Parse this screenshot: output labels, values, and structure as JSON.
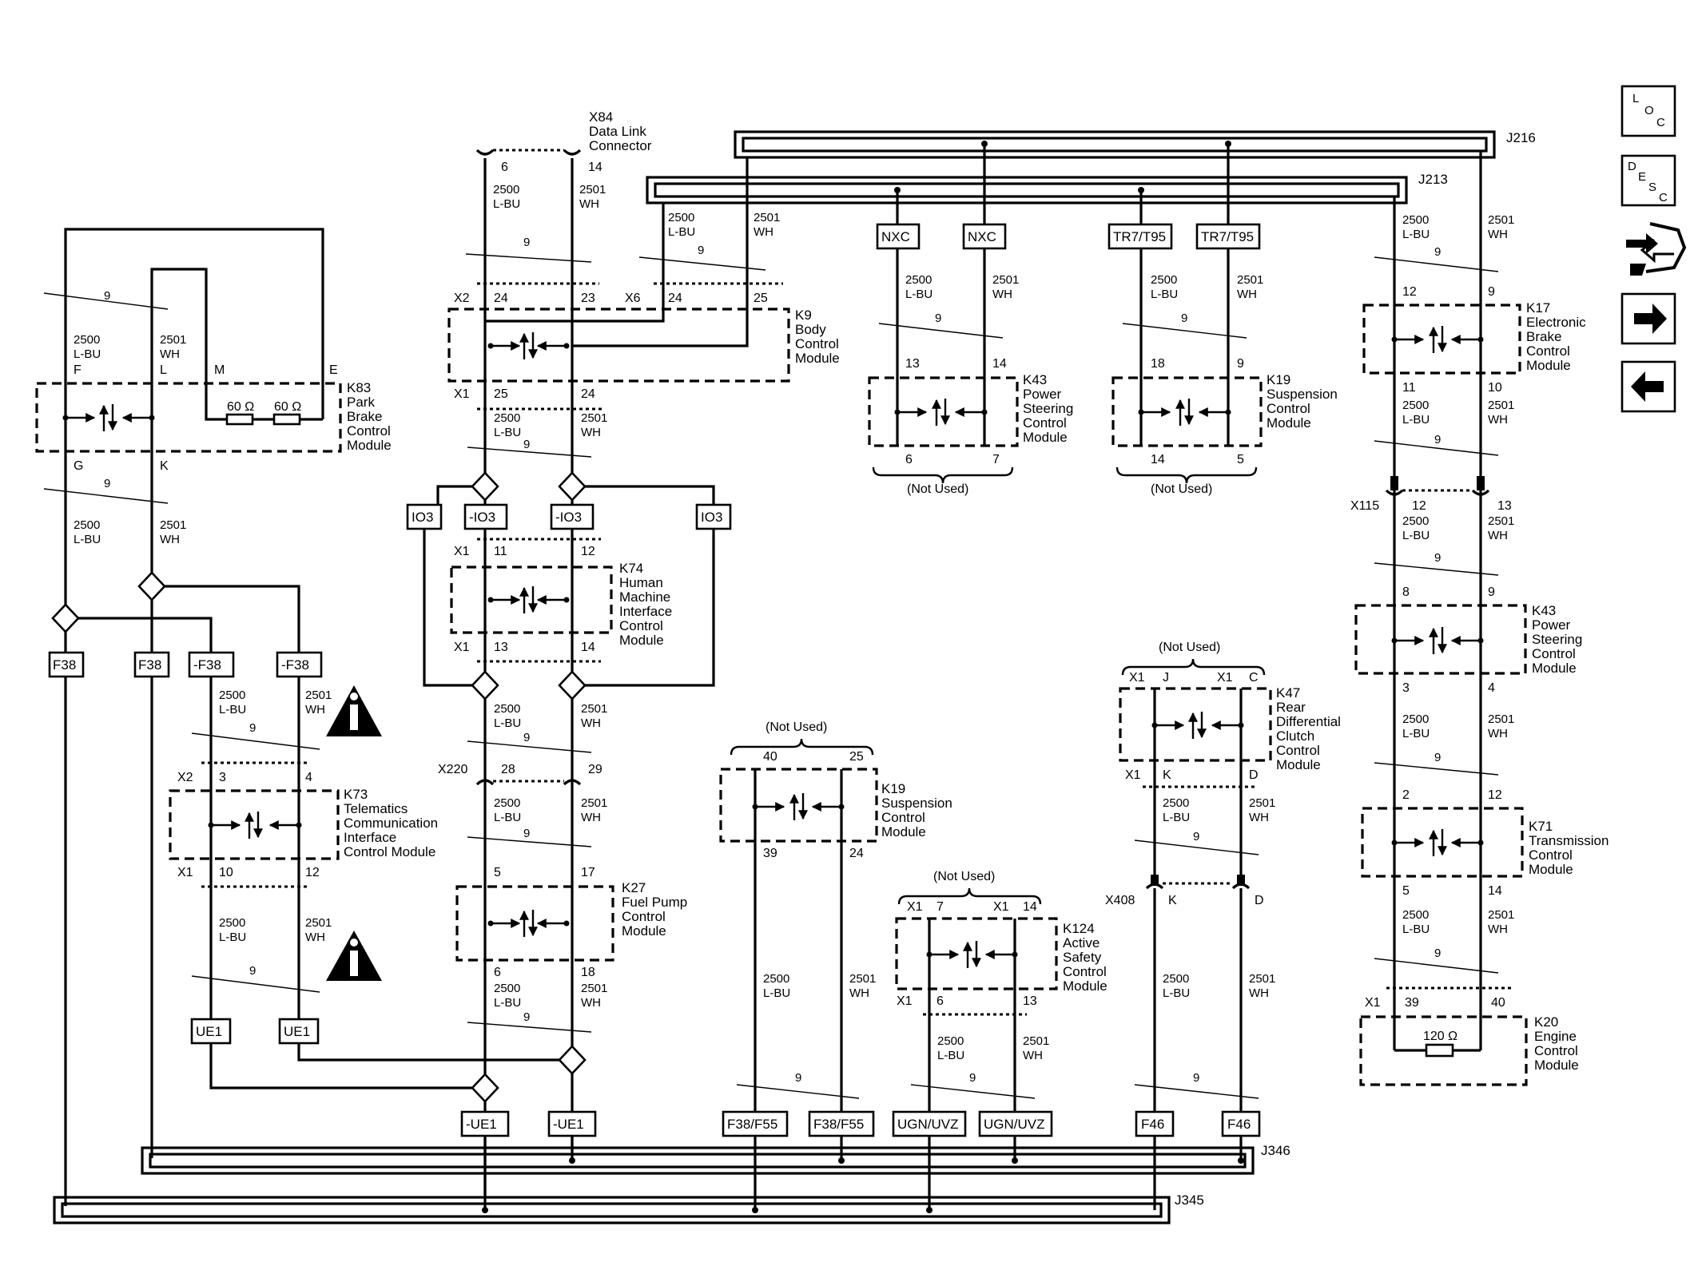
{
  "title": "",
  "bus_wires": {
    "low": {
      "circuit": "2500",
      "color": "L-BU"
    },
    "high": {
      "circuit": "2501",
      "color": "WH"
    },
    "gauge": "9"
  },
  "connectors": {
    "x84": {
      "id": "X84",
      "name_l1": "Data Link",
      "name_l2": "Connector",
      "pin_low": "6",
      "pin_high": "14"
    },
    "x115": {
      "id": "X115",
      "pin_low": "12",
      "pin_high": "13"
    },
    "x220": {
      "id": "X220",
      "pin_low": "28",
      "pin_high": "29"
    },
    "x408": {
      "id": "X408",
      "pin_low": "K",
      "pin_high": "D"
    }
  },
  "splices": {
    "j216": "J216",
    "j213": "J213",
    "j346": "J346",
    "j345": "J345"
  },
  "labels": {
    "not_used": "(Not Used)",
    "resistor_60": "60 Ω",
    "resistor_120": "120 Ω"
  },
  "modules": {
    "k83": {
      "id": "K83",
      "l1": "Park",
      "l2": "Brake",
      "l3": "Control",
      "l4": "Module",
      "pin_f": "F",
      "pin_l": "L",
      "pin_m": "M",
      "pin_e": "E",
      "pin_g": "G",
      "pin_k": "K"
    },
    "k9": {
      "id": "K9",
      "l1": "Body",
      "l2": "Control",
      "l3": "Module",
      "x2": "X2",
      "x6": "X6",
      "x1": "X1",
      "p24": "24",
      "p23": "23",
      "p24b": "24",
      "p25": "25",
      "p25b": "25",
      "p24c": "24"
    },
    "k74": {
      "id": "K74",
      "l1": "Human",
      "l2": "Machine",
      "l3": "Interface",
      "l4": "Control",
      "l5": "Module",
      "x1": "X1",
      "p11": "11",
      "p12": "12",
      "p13": "13",
      "p14": "14"
    },
    "k73": {
      "id": "K73",
      "l1": "Telematics",
      "l2": "Communication",
      "l3": "Interface",
      "l4": "Control Module",
      "x2": "X2",
      "x1": "X1",
      "p3": "3",
      "p4": "4",
      "p10": "10",
      "p12": "12"
    },
    "k27": {
      "id": "K27",
      "l1": "Fuel Pump",
      "l2": "Control",
      "l3": "Module",
      "p5": "5",
      "p17": "17",
      "p6": "6",
      "p18": "18"
    },
    "k43a": {
      "id": "K43",
      "l1": "Power",
      "l2": "Steering",
      "l3": "Control",
      "l4": "Module",
      "p13": "13",
      "p14": "14",
      "p6": "6",
      "p7": "7"
    },
    "k19a": {
      "id": "K19",
      "l1": "Suspension",
      "l2": "Control",
      "l3": "Module",
      "p18": "18",
      "p9": "9",
      "p14": "14",
      "p5": "5"
    },
    "k19b": {
      "id": "K19",
      "l1": "Suspension",
      "l2": "Control",
      "l3": "Module",
      "p40": "40",
      "p25": "25",
      "p39": "39",
      "p24": "24"
    },
    "k124": {
      "id": "K124",
      "l1": "Active",
      "l2": "Safety",
      "l3": "Control",
      "l4": "Module",
      "x1": "X1",
      "p7": "7",
      "p14": "14",
      "p6": "6",
      "p13": "13"
    },
    "k47": {
      "id": "K47",
      "l1": "Rear",
      "l2": "Differential",
      "l3": "Clutch",
      "l4": "Control",
      "l5": "Module",
      "x1": "X1",
      "pj": "J",
      "pc": "C",
      "pk": "K",
      "pd": "D"
    },
    "k17": {
      "id": "K17",
      "l1": "Electronic",
      "l2": "Brake",
      "l3": "Control",
      "l4": "Module",
      "p12": "12",
      "p9": "9",
      "p11": "11",
      "p10": "10"
    },
    "k43b": {
      "id": "K43",
      "l1": "Power",
      "l2": "Steering",
      "l3": "Control",
      "l4": "Module",
      "p8": "8",
      "p9": "9",
      "p3": "3",
      "p4": "4"
    },
    "k71": {
      "id": "K71",
      "l1": "Transmission",
      "l2": "Control",
      "l3": "Module",
      "p2": "2",
      "p12": "12",
      "p5": "5",
      "p14": "14"
    },
    "k20": {
      "id": "K20",
      "l1": "Engine",
      "l2": "Control",
      "l3": "Module",
      "x1": "X1",
      "p39": "39",
      "p40": "40"
    }
  },
  "option_codes": {
    "nxc": "NXC",
    "tr7": "TR7/T95",
    "io3": "IO3",
    "not_io3": "-IO3",
    "f38": "F38",
    "not_f38": "-F38",
    "ue1": "UE1",
    "not_ue1": "-UE1",
    "f38f55": "F38/F55",
    "ugn": "UGN/UVZ",
    "f46": "F46"
  },
  "nav": {
    "loc": {
      "l": "L",
      "o": "O",
      "c": "C"
    },
    "desc": {
      "d": "D",
      "e": "E",
      "s": "S",
      "c": "C"
    },
    "icons": [
      "component-connector-icon",
      "arrow-right-icon",
      "arrow-left-icon"
    ]
  }
}
